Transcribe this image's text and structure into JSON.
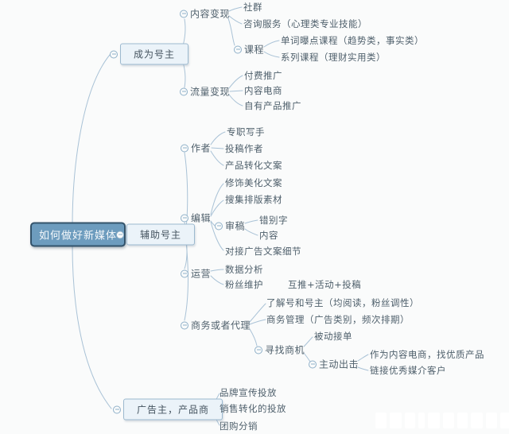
{
  "map": {
    "root": {
      "label": "如何做好新媒体",
      "children": [
        {
          "label": "成为号主",
          "children": [
            {
              "label": "内容变现",
              "children": [
                {
                  "label": "社群"
                },
                {
                  "label": "咨询服务（心理类专业技能）"
                },
                {
                  "label": "课程",
                  "children": [
                    {
                      "label": "单词曝点课程（趋势类，事实类）"
                    },
                    {
                      "label": "系列课程（理财实用类）"
                    }
                  ]
                }
              ]
            },
            {
              "label": "流量变现",
              "children": [
                {
                  "label": "付费推广"
                },
                {
                  "label": "内容电商"
                },
                {
                  "label": "自有产品推广"
                }
              ]
            }
          ]
        },
        {
          "label": "辅助号主",
          "children": [
            {
              "label": "作者",
              "children": [
                {
                  "label": "专职写手"
                },
                {
                  "label": "投稿作者"
                },
                {
                  "label": "产品转化文案"
                }
              ]
            },
            {
              "label": "编辑",
              "children": [
                {
                  "label": "修饰美化文案"
                },
                {
                  "label": "搜集排版素材"
                },
                {
                  "label": "审稿",
                  "children": [
                    {
                      "label": "错别字"
                    },
                    {
                      "label": "内容"
                    }
                  ]
                },
                {
                  "label": "对接广告文案细节"
                }
              ]
            },
            {
              "label": "运营",
              "children": [
                {
                  "label": "数据分析"
                },
                {
                  "label": "粉丝维护"
                },
                {
                  "label": "互推+活动+投稿"
                }
              ]
            },
            {
              "label": "商务或者代理",
              "children": [
                {
                  "label": "了解号和号主（均阅读，粉丝调性）"
                },
                {
                  "label": "商务管理（广告类别，频次排期）"
                },
                {
                  "label": "寻找商机",
                  "children": [
                    {
                      "label": "被动接单"
                    },
                    {
                      "label": "主动出击",
                      "children": [
                        {
                          "label": "作为内容电商，找优质产品"
                        },
                        {
                          "label": "链接优秀媒介客户"
                        }
                      ]
                    }
                  ]
                }
              ]
            }
          ]
        },
        {
          "label": "广告主，产品商",
          "children": [
            {
              "label": "品牌宣传投放"
            },
            {
              "label": "销售转化的投放"
            },
            {
              "label": "团购分销"
            }
          ]
        }
      ]
    }
  },
  "icons": {
    "collapse": "minus-circle"
  },
  "colors": {
    "background": "#fafbfb",
    "connector": "#a9c2d6",
    "text": "#4e5f6b",
    "root_fill": "#6d9cbe",
    "root_border": "#33536b",
    "root_text": "#f4f8fb",
    "branch_fill": "#ebf3f9",
    "branch_border": "#9cb9cf"
  }
}
